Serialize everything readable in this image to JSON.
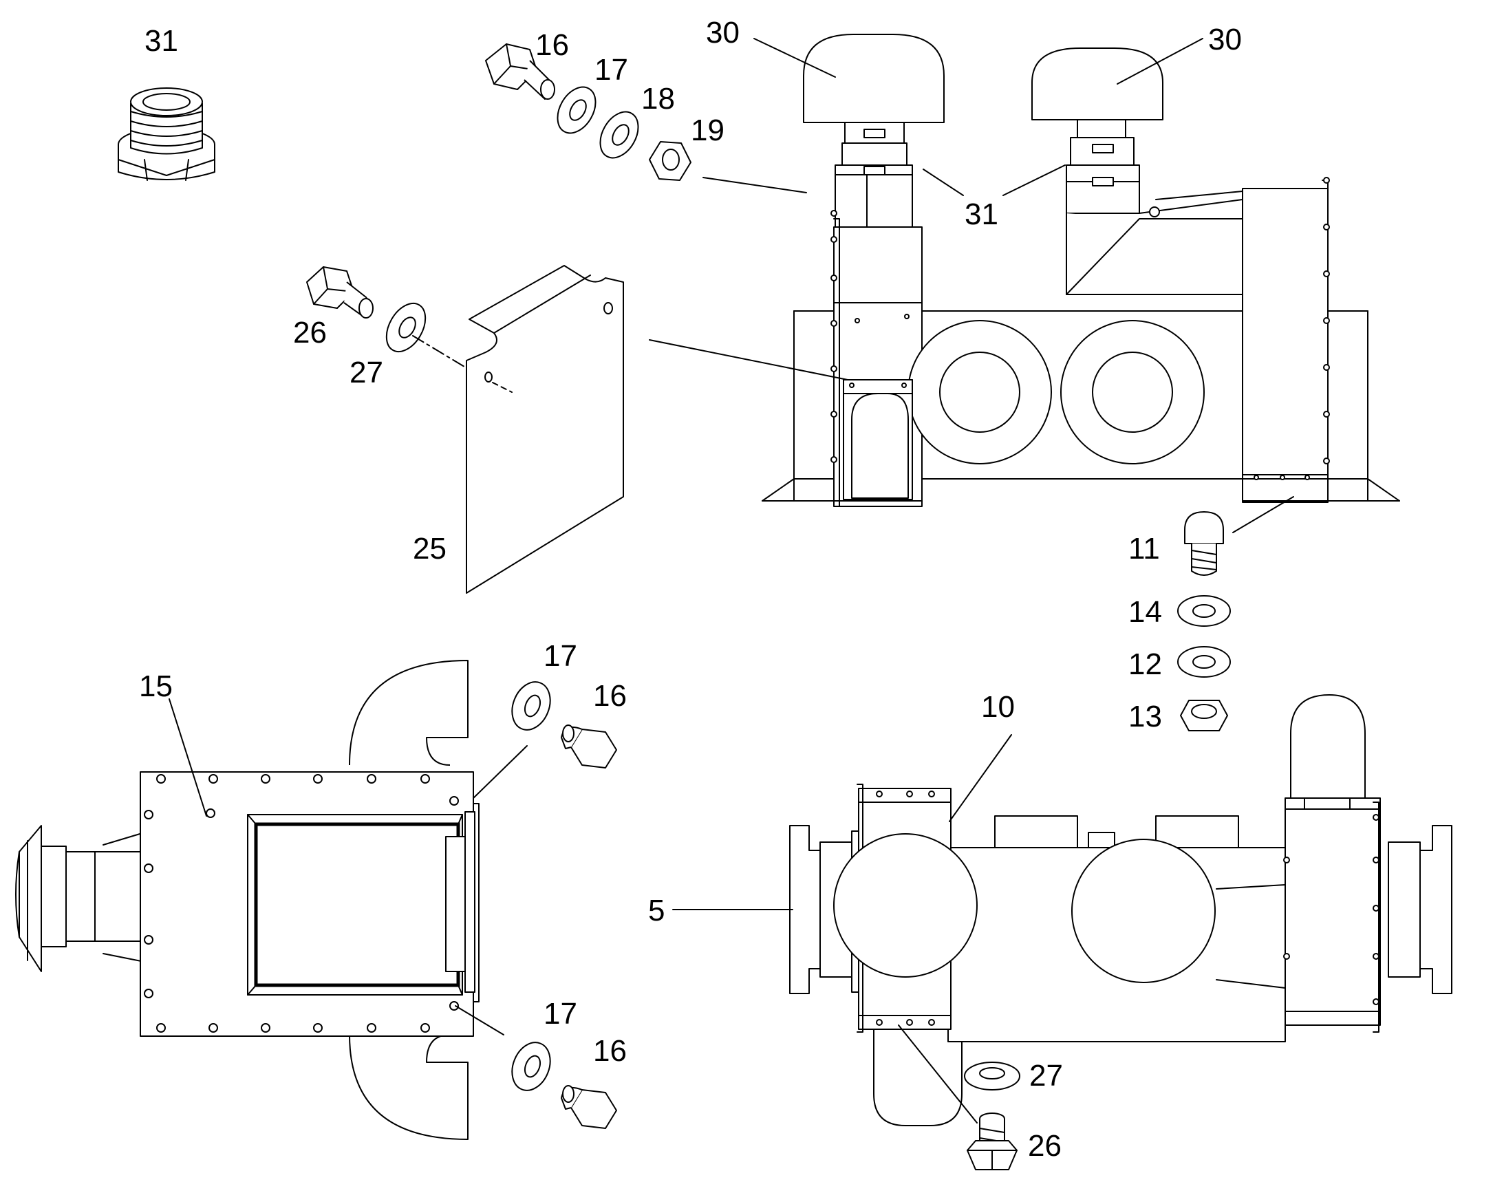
{
  "callouts": {
    "c31_plug": "31",
    "c16_top": "16",
    "c17_top": "17",
    "c18_top": "18",
    "c19_top": "19",
    "c30_left": "30",
    "c30_right": "30",
    "c31_clamp": "31",
    "c26_top": "26",
    "c27_top": "27",
    "c25": "25",
    "c11": "11",
    "c14": "14",
    "c12": "12",
    "c13": "13",
    "c15": "15",
    "c17_mid": "17",
    "c16_mid": "16",
    "c17_low": "17",
    "c16_low": "16",
    "c10": "10",
    "c5": "5",
    "c27_bot": "27",
    "c26_bot": "26"
  },
  "colors": {
    "line": "#000000",
    "fill": "#ffffff"
  },
  "icons": {
    "plug": "hex-plug-fitting-icon",
    "bolt": "hex-bolt-icon",
    "washer": "flat-washer-icon",
    "nut": "hex-nut-icon",
    "cap": "rain-cap-icon",
    "plate": "cover-plate-icon"
  }
}
